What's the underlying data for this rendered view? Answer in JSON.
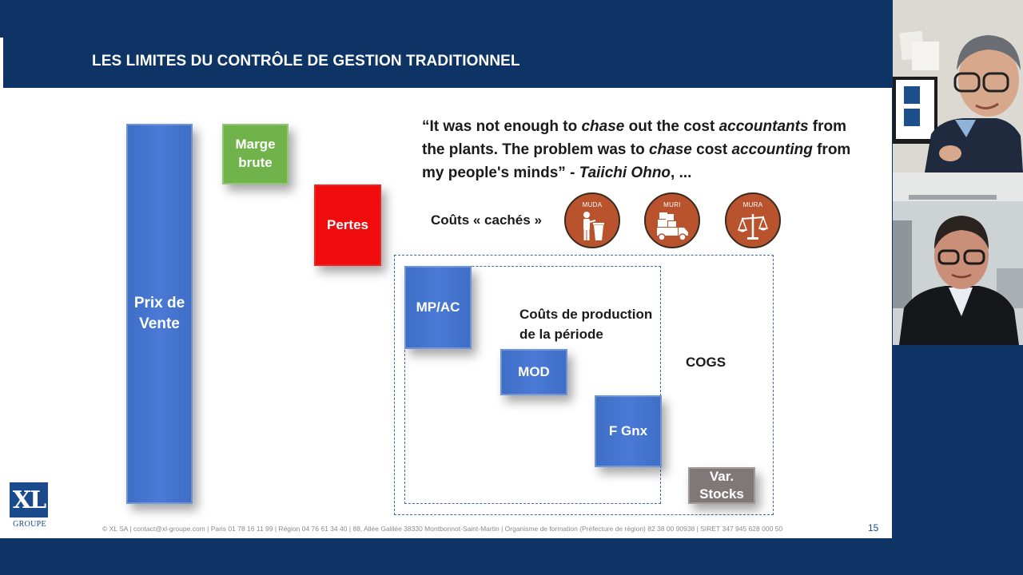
{
  "slide": {
    "title": "LES LIMITES DU CONTRÔLE DE GESTION TRADITIONNEL",
    "page_number": "15",
    "footer": "© XL SA | contact@xl-groupe.com | Paris 01 78 16 11 99 | Région 04 76 61 34 40 | 88, Allée Galilée 38330 Montbonnot-Saint-Martin | Organisme de formation (Préfecture de région) 82 38 00 90938 | SIRET 347 945 628 000 50"
  },
  "bars": {
    "prix_line1": "Prix de",
    "prix_line2": "Vente",
    "marge_line1": "Marge",
    "marge_line2": "brute",
    "pertes": "Pertes",
    "mpac": "MP/AC",
    "mod": "MOD",
    "fgnx": "F Gnx",
    "var_line1": "Var.",
    "var_line2": "Stocks"
  },
  "quote": {
    "p1": "“It was not enough to ",
    "chase1": "chase",
    "p2": " out the cost ",
    "accountants": "accountants",
    "p3": " from the plants. The problem was to ",
    "chase2": "chase",
    "p4": " cost ",
    "accounting": "accounting",
    "p5": " from my people's minds” - ",
    "author": "Taiichi Ohno",
    "p6": ", ..."
  },
  "hidden_costs": {
    "label": "Coûts « cachés »",
    "icons": [
      "MUDA",
      "MURI",
      "MURA"
    ]
  },
  "labels": {
    "prod_line1": "Coûts de production",
    "prod_line2": "de la période",
    "cogs": "COGS"
  },
  "logo": {
    "mark": "XL",
    "sub": "GROUPE"
  },
  "colors": {
    "header": "#0d3464",
    "bar_blue": "#4a7ad6",
    "bar_green": "#6fb34a",
    "bar_red": "#f00c0c",
    "bar_grey": "#807876",
    "icon_circle": "#b9532e"
  }
}
